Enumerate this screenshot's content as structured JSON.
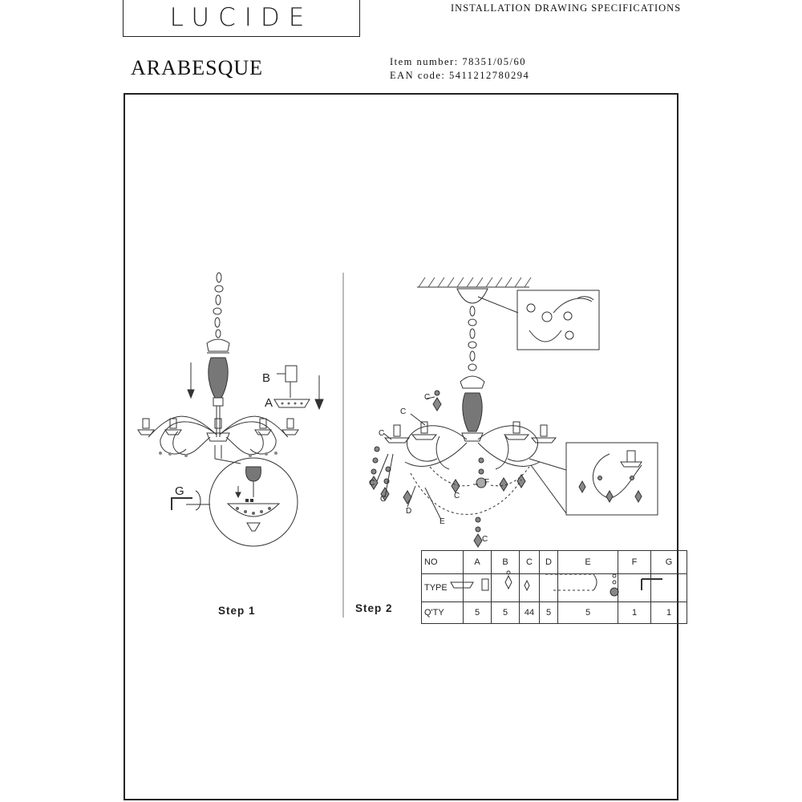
{
  "header": {
    "brand": "LUCIDE",
    "doc_type": "INSTALLATION DRAWING SPECIFICATIONS",
    "product_name": "ARABESQUE",
    "item_number": "Item number: 78351/05/60",
    "ean_code": "EAN code: 5411212780294"
  },
  "steps": {
    "step1": "Step 1",
    "step2": "Step 2"
  },
  "callouts": {
    "a": "A",
    "b": "B",
    "g": "G",
    "c": "C",
    "d": "D",
    "e": "E",
    "f": "F"
  },
  "parts_table": {
    "row_labels": [
      "NO",
      "TYPE",
      "Q'TY"
    ],
    "columns": [
      "A",
      "B",
      "C",
      "D",
      "E",
      "F",
      "G"
    ],
    "quantities": [
      "5",
      "5",
      "44",
      "5",
      "5",
      "1",
      "1"
    ]
  }
}
